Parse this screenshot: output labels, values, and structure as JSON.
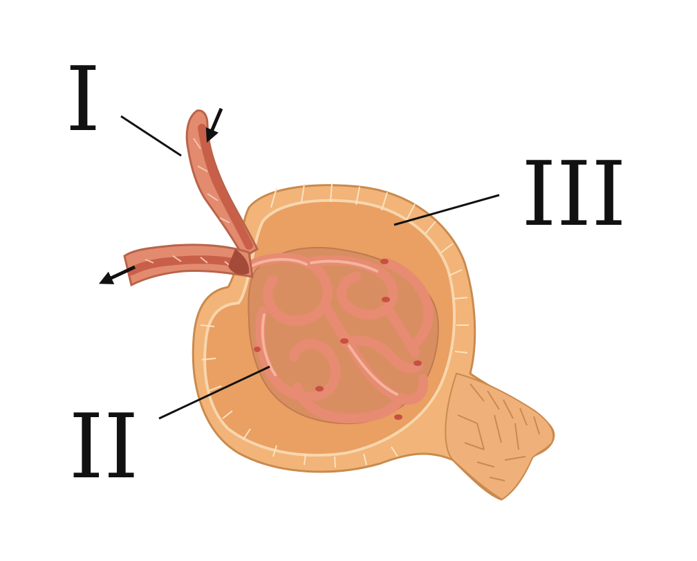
{
  "labels": {
    "afferent_vessel": "I",
    "glomerulus": "II",
    "capsule": "III"
  },
  "colors": {
    "capsule_fill": "#F2B478",
    "capsule_inner": "#E9A062",
    "capsule_outline": "#C98A4E",
    "cell_border": "#FBE3C4",
    "vessel_fill": "#E38B6F",
    "vessel_dark": "#C86049",
    "capillary_light": "#F3A98F",
    "arrow": "#111111",
    "leader_line": "#111111"
  }
}
